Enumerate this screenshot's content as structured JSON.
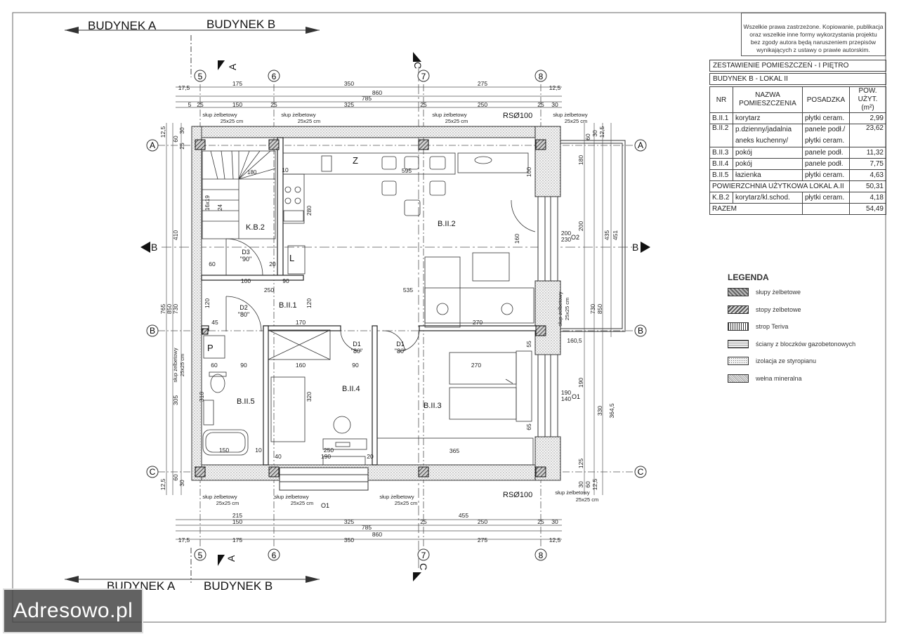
{
  "copyright": {
    "lines": [
      "Wszelkie prawa zastrzeżone. Kopiowanie, publikacja",
      "oraz wszelkie inne formy wykorzystania projektu",
      "bez zgody autora będą naruszeniem przepisów",
      "wynikających z ustawy o prawie autorskim."
    ]
  },
  "schedule": {
    "title": "ZESTAWIENIE POMIESZCZEŃ - I PIĘTRO",
    "subtitle": "BUDYNEK B - LOKAL II",
    "columns": [
      "NR",
      "NAZWA POMIESZCZENIA",
      "POSADZKA",
      "POW. UŻYT.(m²)"
    ],
    "rows": [
      {
        "nr": "B.II.1",
        "name": "korytarz",
        "floor": "płytki ceram.",
        "area": "2,99"
      },
      {
        "nr": "B.II.2",
        "name": "p.dzienny/jadalnia aneks kuchenny/",
        "floor": "panele podł./ płytki ceram.",
        "area": "23,62"
      },
      {
        "nr": "B.II.3",
        "name": "pokój",
        "floor": "panele podł.",
        "area": "11,32"
      },
      {
        "nr": "B.II.4",
        "name": "pokój",
        "floor": "panele podł.",
        "area": "7,75"
      },
      {
        "nr": "B.II.5",
        "name": "łazienka",
        "floor": "płytki ceram.",
        "area": "4,63"
      }
    ],
    "total_label": "POWIERZCHNIA UŻYTKOWA LOKAL A.II",
    "total_value": "50,31",
    "extra": {
      "nr": "K.B.2",
      "name": "korytarz/kl.schod.",
      "floor": "płytki ceram.",
      "area": "4,18"
    },
    "sum_label": "RAZEM",
    "sum_value": "54,49"
  },
  "legend": {
    "title": "LEGENDA",
    "items": [
      {
        "label": "słupy żelbetowe",
        "swatch": "slup"
      },
      {
        "label": "stopy żelbetowe",
        "swatch": "stopy"
      },
      {
        "label": "strop Teriva",
        "swatch": "strop"
      },
      {
        "label": "ściany z bloczków gazobetonowych",
        "swatch": "sciany"
      },
      {
        "label": "izolacja ze styropianu",
        "swatch": "izol"
      },
      {
        "label": "wełna mineralna",
        "swatch": "welna"
      }
    ]
  },
  "watermark": "Adresowo.pl",
  "plan": {
    "building_labels": {
      "a": "BUDYNEK A",
      "b": "BUDYNEK B"
    },
    "axes_numbers": [
      "5",
      "6",
      "7",
      "8"
    ],
    "axes_letters": [
      "A",
      "B",
      "C"
    ],
    "section_marks": {
      "a": "A",
      "b": "B",
      "c": "C"
    },
    "rooms": [
      "K.B.2",
      "B.II.1",
      "B.II.2",
      "B.II.3",
      "B.II.4",
      "B.II.5"
    ],
    "room_z": "Z",
    "room_p": "P",
    "room_l": "L",
    "rso": "RSØ100",
    "column_note": "słup żelbetowy",
    "column_size": "25x25 cm",
    "doors": {
      "d1": "D1",
      "d2": "D2",
      "d3": "D3",
      "d1_w": "\"80\"",
      "d2_w": "\"80\"",
      "d3_w": "\"90\""
    },
    "windows": {
      "o1": "O1",
      "o2": "O2"
    },
    "dims_top_1": [
      "17,5",
      "175",
      "350",
      "275",
      "12,5"
    ],
    "dims_top_2": [
      "860"
    ],
    "dims_top_3": [
      "785"
    ],
    "dims_top_4": [
      "5",
      "25",
      "150",
      "25",
      "325",
      "25",
      "250",
      "25",
      "30"
    ],
    "dims_bottom_1": [
      "215",
      "150",
      "325",
      "25",
      "455",
      "250",
      "25",
      "30"
    ],
    "dims_bottom_2": [
      "785"
    ],
    "dims_bottom_3": [
      "860"
    ],
    "dims_bottom_4": [
      "17,5",
      "175",
      "350",
      "275",
      "12,5"
    ],
    "dims_left": [
      "765",
      "850",
      "730",
      "410",
      "305",
      "60",
      "30",
      "25",
      "12,5"
    ],
    "dims_right": [
      "435",
      "451",
      "730",
      "850",
      "364,5",
      "330",
      "125",
      "60",
      "30",
      "12,5"
    ],
    "dims_inner": [
      "595",
      "280",
      "535",
      "250",
      "170",
      "270",
      "365",
      "320",
      "160",
      "310",
      "270",
      "150",
      "250",
      "190",
      "100",
      "90",
      "60",
      "120",
      "45",
      "40",
      "10",
      "20",
      "200",
      "230",
      "190",
      "140",
      "180",
      "160,5",
      "55",
      "65",
      "100",
      "160"
    ],
    "stairs": {
      "steps": "16x19",
      "width": "180",
      "height": "280",
      "w2": "24"
    }
  }
}
